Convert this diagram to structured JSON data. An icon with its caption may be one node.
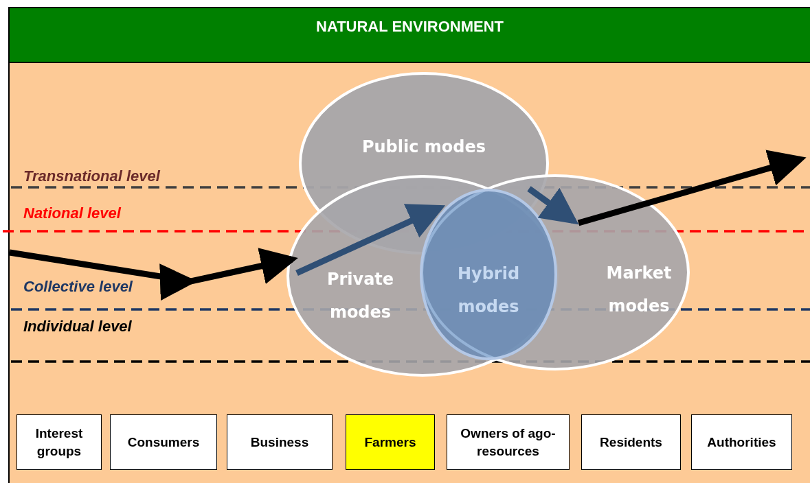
{
  "diagram": {
    "nodes": [
      {
        "text": [
          "NATURAL ENVIRONMENT"
        ]
      },
      {
        "text": [
          "Public modes"
        ],
        "in": 0
      },
      {
        "text": [
          "Private modes"
        ],
        "in": 0
      },
      {
        "text": [
          "Market modes"
        ],
        "in": 0
      },
      {
        "text": [
          "Hybrid modes"
        ]
      },
      {
        "text": [
          "Interest groups"
        ],
        "in": 0
      },
      {
        "text": [
          "Consumers"
        ],
        "in": 0
      },
      {
        "text": [
          "Business"
        ],
        "in": 0
      },
      {
        "text": [
          "Farmers"
        ],
        "in": 0
      },
      {
        "text": [
          "Owners of ago-resources"
        ],
        "in": 0
      },
      {
        "text": [
          "Residents"
        ],
        "in": 0
      },
      {
        "text": [
          "Authorities"
        ],
        "in": 0
      }
    ],
    "edges": [
      {
        "from": null,
        "to": 2,
        "arrow": "to"
      },
      {
        "from": 2,
        "to": 1,
        "arrow": "to",
        "color": "#2f4f75"
      },
      {
        "from": 1,
        "to": 3,
        "arrow": "to",
        "color": "#2f4f75"
      },
      {
        "from": 3,
        "to": null,
        "arrow": "to"
      }
    ],
    "labels": [
      "Transnational level",
      "National level",
      "Collective level",
      "Individual level"
    ]
  }
}
